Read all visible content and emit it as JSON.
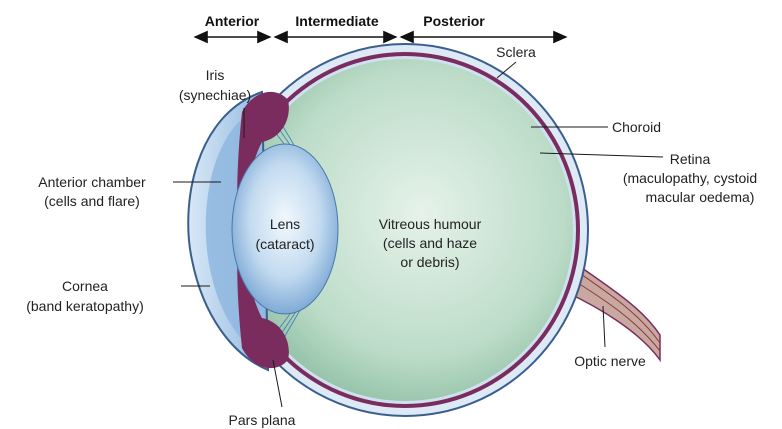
{
  "regions": {
    "anterior": "Anterior",
    "intermediate": "Intermediate",
    "posterior": "Posterior"
  },
  "labels": {
    "sclera": "Sclera",
    "iris": "Iris",
    "iris_note": "(synechiae)",
    "choroid": "Choroid",
    "retina": "Retina",
    "retina_note_1": "(maculopathy, cystoid",
    "retina_note_2": "macular oedema)",
    "anterior_chamber": "Anterior chamber",
    "anterior_chamber_note": "(cells and flare)",
    "lens": "Lens",
    "lens_note": "(cataract)",
    "vitreous_1": "Vitreous humour",
    "vitreous_2": "(cells and haze",
    "vitreous_3": "or debris)",
    "cornea": "Cornea",
    "cornea_note": "(band keratopathy)",
    "optic_nerve": "Optic nerve",
    "pars_plana": "Pars plana"
  },
  "colors": {
    "sclera_outline": "#3a5f8f",
    "sclera_band": "#dde9f4",
    "choroid": "#7a2c5e",
    "vitreous_center": "#e6f2ea",
    "vitreous_edge": "#98c6ac",
    "lens_center": "#e9f3fb",
    "lens_edge": "#7fadd9",
    "cornea_fill": "#b7d4ee",
    "anterior_chamber": "#8fb7df"
  }
}
